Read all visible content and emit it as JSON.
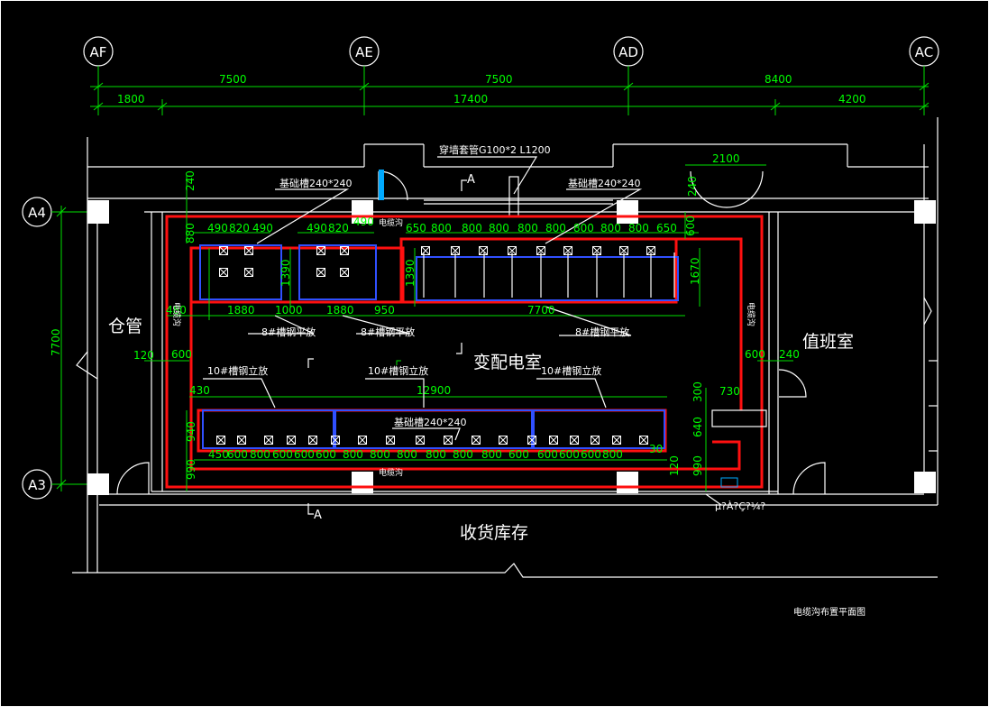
{
  "axes": {
    "top": [
      "AF",
      "AE",
      "AD",
      "AC"
    ],
    "left": [
      "A4",
      "A3"
    ]
  },
  "dims": {
    "top_row1": [
      "7500",
      "7500",
      "8400"
    ],
    "top_row2": [
      "1800",
      "17400",
      "4200"
    ],
    "left_span": "7700",
    "door_top": "2100",
    "left_misc": [
      "240",
      "880",
      "480",
      "120",
      "600"
    ],
    "g1": [
      "490",
      "820",
      "490"
    ],
    "g2": [
      "490",
      "820",
      "490"
    ],
    "g3": [
      "650",
      "800",
      "800",
      "800",
      "800",
      "800",
      "800",
      "800",
      "800",
      "650"
    ],
    "g3_right": "600",
    "h1390a": "1390",
    "h1390b": "1390",
    "h1670": "1670",
    "row_low": [
      "1880",
      "1000",
      "1880",
      "950",
      "7700"
    ],
    "bottom_span": "12900",
    "bottom_left": "430",
    "bottom_h": [
      "940",
      "990"
    ],
    "bottom_row": [
      "450",
      "600",
      "800",
      "600",
      "600",
      "600",
      "800",
      "800",
      "800",
      "800",
      "800",
      "800",
      "600",
      "600",
      "600",
      "600",
      "800"
    ],
    "bottom_end": "30",
    "right": [
      "300",
      "730",
      "640",
      "600",
      "240",
      "990",
      "120"
    ]
  },
  "labels": {
    "sleeve": "穿墙套管G100*2 L1200",
    "foundation1": "基础槽240*240",
    "foundation2": "基础槽240*240",
    "foundation3": "基础槽240*240",
    "cable_trench_top": "电缆沟",
    "cable_trench_bottom": "电缆沟",
    "cable_trench_left": "电缆沟",
    "cable_trench_right": "电缆沟",
    "steel8a": "8#槽钢平放",
    "steel8b": "8#槽钢平放",
    "steel8c": "8#槽钢平放",
    "steel10a": "10#槽钢立放",
    "steel10b": "10#槽钢立放",
    "steel10c": "10#槽钢立放",
    "section_top": "A",
    "section_bottom": "A",
    "garbled": "µ?À?Ç?¼?",
    "title": "电缆沟布置平面图"
  },
  "rooms": {
    "main": "变配电室",
    "left": "仓管",
    "right": "值班室",
    "bottom": "收货库存"
  },
  "colors": {
    "dim": "#00e000",
    "trench": "#ff1010",
    "steel": "#3050ff",
    "wall": "#ffffff"
  }
}
